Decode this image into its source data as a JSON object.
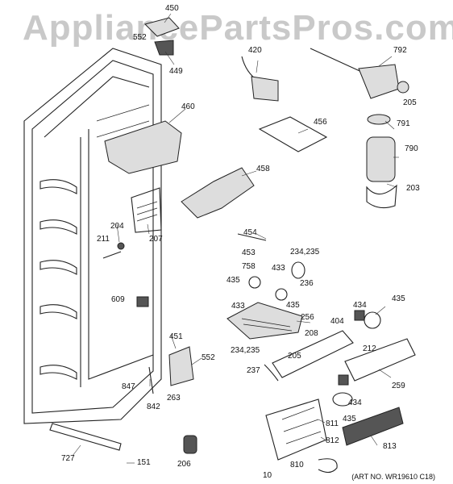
{
  "watermark": "AppliancePartsPros.com",
  "art_no": "(ART NO. WR19610 C18)",
  "callouts": {
    "p450": "450",
    "p552a": "552",
    "p449": "449",
    "p420": "420",
    "p792": "792",
    "p205a": "205",
    "p460": "460",
    "p456": "456",
    "p791": "791",
    "p790": "790",
    "p458": "458",
    "p203": "203",
    "p204": "204",
    "p211": "211",
    "p207": "207",
    "p454": "454",
    "p234a": "234,235",
    "p453": "453",
    "p758": "758",
    "p433a": "433",
    "p236": "236",
    "p435a": "435",
    "p433b": "433",
    "p435b": "435",
    "p609": "609",
    "p434a": "434",
    "p435c": "435",
    "p256": "256",
    "p404": "404",
    "p208": "208",
    "p451": "451",
    "p234b": "234,235",
    "p205b": "205",
    "p212": "212",
    "p552b": "552",
    "p237": "237",
    "p847": "847",
    "p263": "263",
    "p842": "842",
    "p259": "259",
    "p434b": "434",
    "p435d": "435",
    "p811": "811",
    "p812": "812",
    "p813": "813",
    "p727": "727",
    "p151": "151",
    "p206": "206",
    "p810": "810",
    "p10": "10"
  }
}
